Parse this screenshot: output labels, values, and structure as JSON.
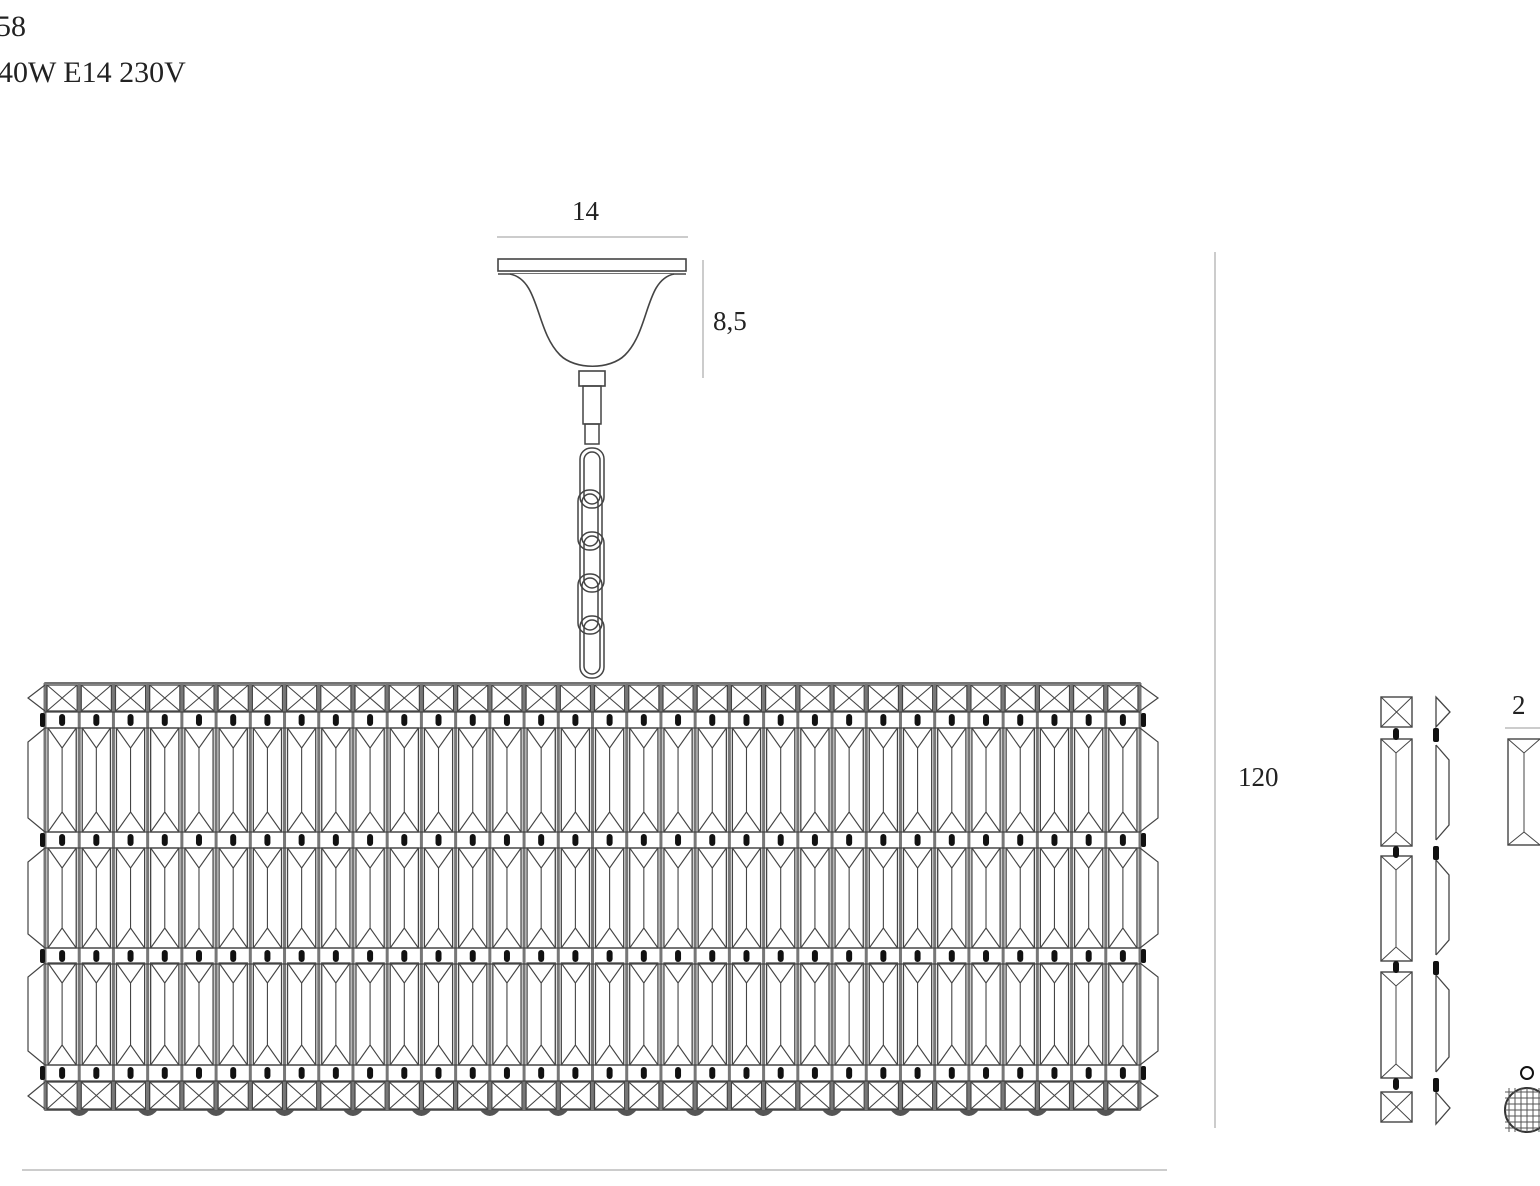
{
  "header": {
    "model_fragment": "58",
    "spec_fragment": "40W E14 230V"
  },
  "dimensions": {
    "canopy_width": "14",
    "canopy_height": "8,5",
    "total_height": "120",
    "crystal_width": "2"
  },
  "drawing": {
    "line_color": "#444444",
    "dim_line_color": "#cccccc",
    "connector_color": "#111111",
    "columns": 32,
    "crystal_rows": 3
  }
}
